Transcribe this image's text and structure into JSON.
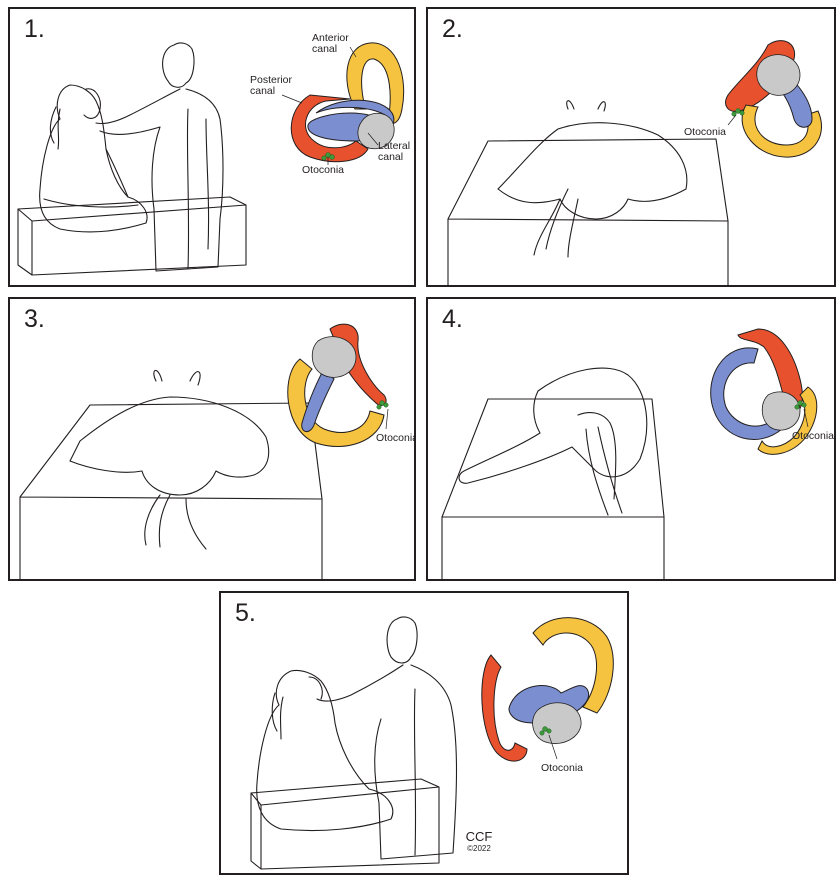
{
  "panels": [
    {
      "number": "1.",
      "labels": {
        "anterior": "Anterior\ncanal",
        "posterior": "Posterior\ncanal",
        "lateral": "Lateral\ncanal",
        "otoconia": "Otoconia"
      }
    },
    {
      "number": "2.",
      "labels": {
        "otoconia": "Otoconia"
      }
    },
    {
      "number": "3.",
      "labels": {
        "otoconia": "Otoconia"
      }
    },
    {
      "number": "4.",
      "labels": {
        "otoconia": "Otoconia"
      }
    },
    {
      "number": "5.",
      "labels": {
        "otoconia": "Otoconia"
      }
    }
  ],
  "credit": {
    "mark": "CCF",
    "year": "©2022"
  },
  "colors": {
    "anterior_canal": "#f5c340",
    "posterior_canal": "#e8512d",
    "lateral_canal": "#7b8fd0",
    "vestibule": "#c9c9c9",
    "otoconia": "#3c9a3c",
    "line": "#231f20"
  }
}
